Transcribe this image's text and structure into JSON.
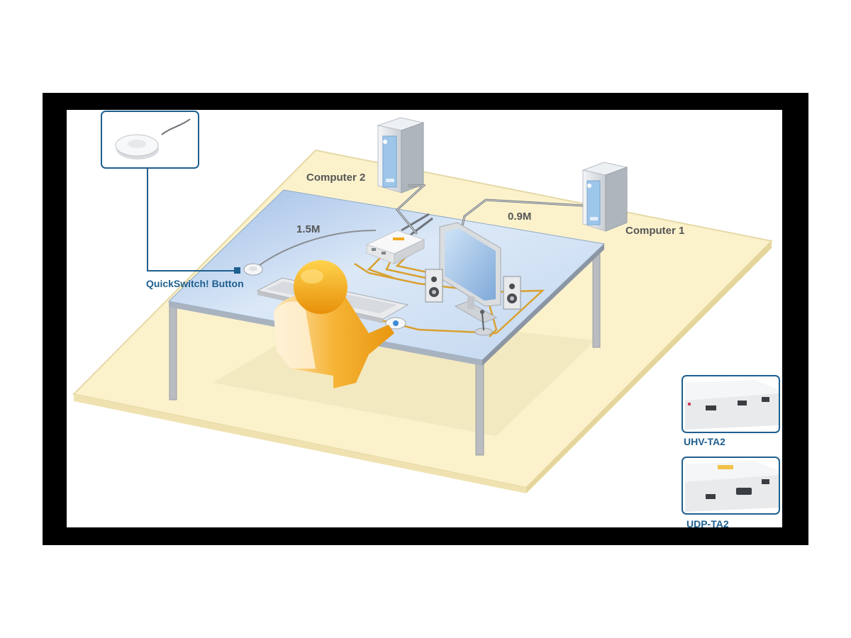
{
  "labels": {
    "computer1": "Computer 1",
    "computer2": "Computer 2",
    "cable_short": "0.9M",
    "cable_long": "1.5M",
    "quickswitch": "QuickSwitch! Button",
    "model1": "UHV-TA2",
    "model2": "UDP-TA2"
  },
  "colors": {
    "frame": "#000000",
    "floor": "#fbf2cc",
    "table_top": "#bfd4ef",
    "cable_orange": "#d9a030",
    "callout_blue": "#1f5f8f",
    "person_orange": "#f2a81c"
  },
  "icons": [
    "computer-tower-icon",
    "kvm-switch-icon",
    "monitor-icon",
    "speaker-icon",
    "keyboard-icon",
    "mouse-icon",
    "microphone-icon",
    "person-icon",
    "quickswitch-button-icon"
  ]
}
